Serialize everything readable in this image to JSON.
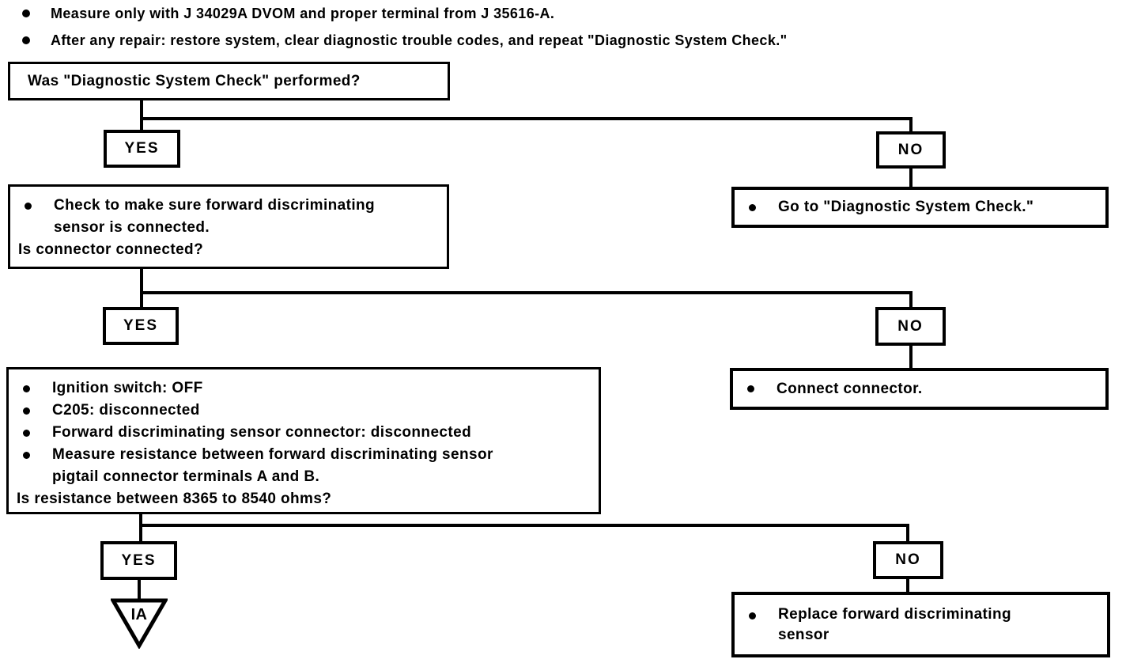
{
  "colors": {
    "ink": "#000000",
    "paper": "#ffffff"
  },
  "notes": {
    "note1": "Measure only with J 34029A DVOM and proper terminal from J 35616-A.",
    "note2": "After any repair: restore system, clear diagnostic trouble codes, and repeat \"Diagnostic System Check.\""
  },
  "flow": {
    "yes_label": "YES",
    "no_label": "NO",
    "q1": {
      "question": "Was \"Diagnostic System Check\" performed?"
    },
    "action1": "Go to \"Diagnostic System Check.\"",
    "q2": {
      "bullet1": "Check to make sure forward discriminating sensor is connected.",
      "question": "Is connector connected?"
    },
    "action2": "Connect connector.",
    "q3": {
      "bullet1": "Ignition switch: OFF",
      "bullet2": "C205: disconnected",
      "bullet3": "Forward discriminating sensor connector: disconnected",
      "bullet4": "Measure resistance between forward discriminating sensor pigtail connector terminals A and B.",
      "question": "Is resistance between 8365 to 8540 ohms?"
    },
    "action3": "Replace forward discriminating sensor",
    "offpage_label": "IA"
  }
}
